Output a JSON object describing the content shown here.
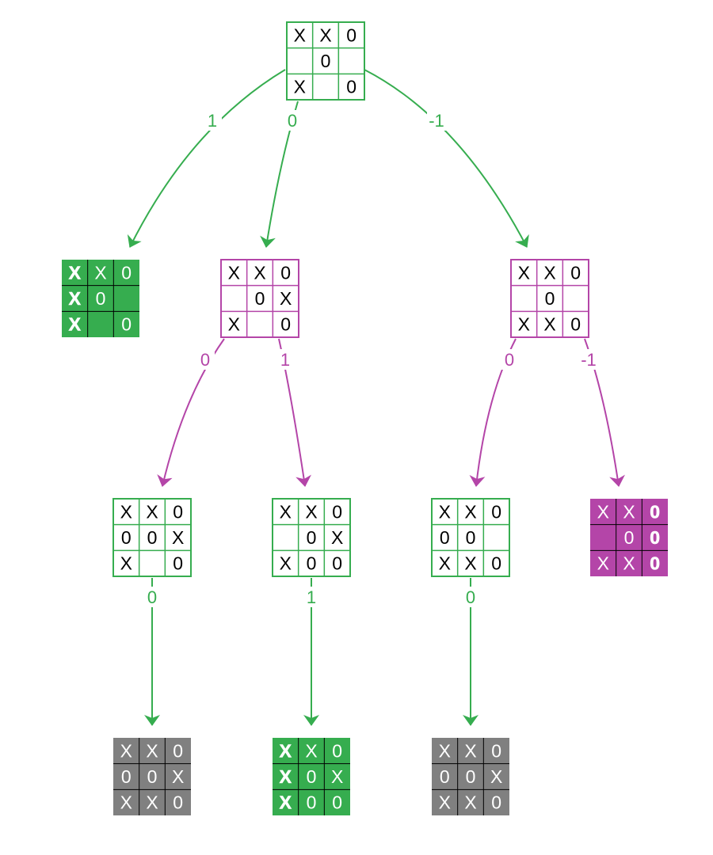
{
  "colors": {
    "green": "#36ad4f",
    "purple": "#b445a8",
    "gray": "#808080",
    "white": "#ffffff",
    "black": "#000000"
  },
  "nodes": [
    {
      "id": "root",
      "style": "outline-green",
      "cells": [
        "X",
        "X",
        "0",
        "",
        "0",
        "",
        "X",
        "",
        "0"
      ],
      "bold": []
    },
    {
      "id": "n1",
      "style": "filled-green",
      "cells": [
        "X",
        "X",
        "0",
        "X",
        "0",
        "",
        "X",
        "",
        "0"
      ],
      "bold": [
        0,
        3,
        6
      ]
    },
    {
      "id": "n2",
      "style": "outline-purple",
      "cells": [
        "X",
        "X",
        "0",
        "",
        "0",
        "X",
        "X",
        "",
        "0"
      ],
      "bold": []
    },
    {
      "id": "n3",
      "style": "outline-purple",
      "cells": [
        "X",
        "X",
        "0",
        "",
        "0",
        "",
        "X",
        "X",
        "0"
      ],
      "bold": []
    },
    {
      "id": "n2a",
      "style": "outline-green",
      "cells": [
        "X",
        "X",
        "0",
        "0",
        "0",
        "X",
        "X",
        "",
        "0"
      ],
      "bold": []
    },
    {
      "id": "n2b",
      "style": "outline-green",
      "cells": [
        "X",
        "X",
        "0",
        "",
        "0",
        "X",
        "X",
        "0",
        "0"
      ],
      "bold": []
    },
    {
      "id": "n3a",
      "style": "outline-green",
      "cells": [
        "X",
        "X",
        "0",
        "0",
        "0",
        "",
        "X",
        "X",
        "0"
      ],
      "bold": []
    },
    {
      "id": "n3b",
      "style": "filled-purple",
      "cells": [
        "X",
        "X",
        "0",
        "",
        "0",
        "0",
        "X",
        "X",
        "0"
      ],
      "bold": [
        2,
        5,
        8
      ]
    },
    {
      "id": "n2a1",
      "style": "filled-gray",
      "cells": [
        "X",
        "X",
        "0",
        "0",
        "0",
        "X",
        "X",
        "X",
        "0"
      ],
      "bold": []
    },
    {
      "id": "n2b1",
      "style": "filled-green",
      "cells": [
        "X",
        "X",
        "0",
        "X",
        "0",
        "X",
        "X",
        "0",
        "0"
      ],
      "bold": [
        0,
        3,
        6
      ]
    },
    {
      "id": "n3a1",
      "style": "filled-gray",
      "cells": [
        "X",
        "X",
        "0",
        "0",
        "0",
        "X",
        "X",
        "X",
        "0"
      ],
      "bold": []
    }
  ],
  "edges": [
    {
      "from": "root",
      "to": "n1",
      "color": "green",
      "label": "1"
    },
    {
      "from": "root",
      "to": "n2",
      "color": "green",
      "label": "0"
    },
    {
      "from": "root",
      "to": "n3",
      "color": "green",
      "label": "-1"
    },
    {
      "from": "n2",
      "to": "n2a",
      "color": "purple",
      "label": "0"
    },
    {
      "from": "n2",
      "to": "n2b",
      "color": "purple",
      "label": "1"
    },
    {
      "from": "n3",
      "to": "n3a",
      "color": "purple",
      "label": "0"
    },
    {
      "from": "n3",
      "to": "n3b",
      "color": "purple",
      "label": "-1"
    },
    {
      "from": "n2a",
      "to": "n2a1",
      "color": "green",
      "label": "0"
    },
    {
      "from": "n2b",
      "to": "n2b1",
      "color": "green",
      "label": "1"
    },
    {
      "from": "n3a",
      "to": "n3a1",
      "color": "green",
      "label": "0"
    }
  ]
}
